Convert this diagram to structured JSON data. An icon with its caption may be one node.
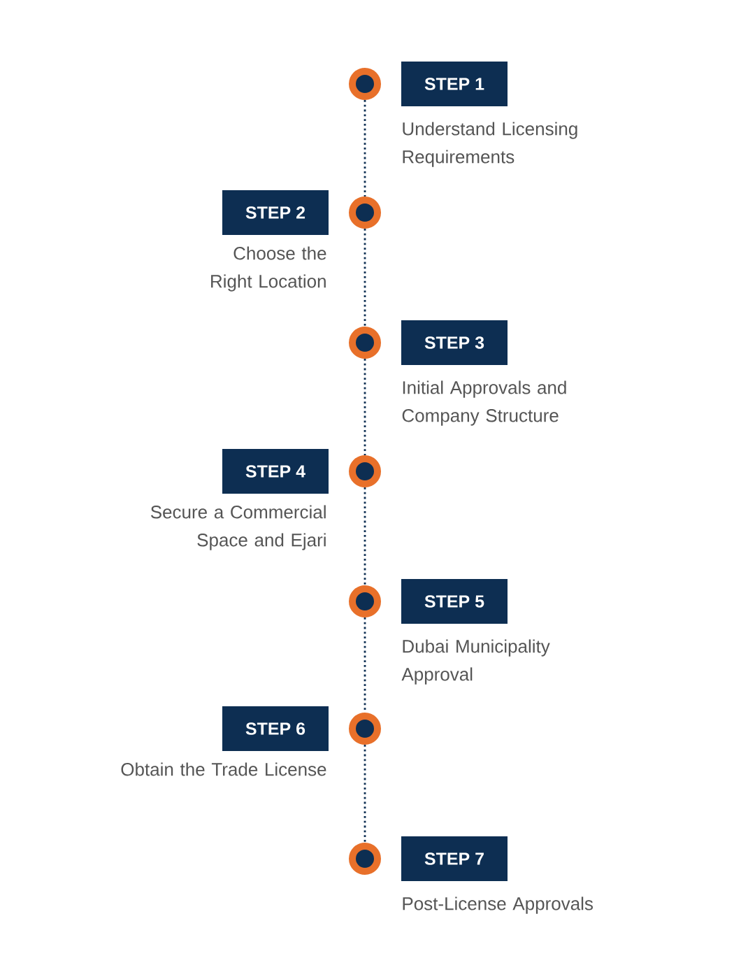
{
  "diagram": {
    "nodes": [
      {
        "text": [],
        "shape": "circle"
      },
      {
        "text": [
          "STEP 1"
        ],
        "beside": [
          "Understand Licensing Requirements"
        ]
      },
      {
        "text": [],
        "shape": "circle"
      },
      {
        "text": [
          "STEP 2"
        ],
        "beside": [
          "Choose the Right Location"
        ]
      },
      {
        "text": [],
        "shape": "circle"
      },
      {
        "text": [
          "STEP 3"
        ],
        "beside": [
          "Initial Approvals and Company Structure"
        ]
      },
      {
        "text": [],
        "shape": "circle"
      },
      {
        "text": [
          "STEP 4"
        ],
        "beside": [
          "Secure a Commercial Space and Ejari"
        ]
      },
      {
        "text": [],
        "shape": "circle"
      },
      {
        "text": [
          "STEP 5"
        ],
        "beside": [
          "Dubai Municipality Approval"
        ]
      },
      {
        "text": [],
        "shape": "circle"
      },
      {
        "text": [
          "STEP 6"
        ],
        "beside": [
          "Obtain the Trade License"
        ]
      },
      {
        "text": [],
        "shape": "circle"
      },
      {
        "text": [
          "STEP 7"
        ],
        "beside": [
          "Post-License Approvals"
        ]
      }
    ],
    "edges": [
      {
        "from": 0,
        "to": 2,
        "arrow": "none"
      },
      {
        "from": 2,
        "to": 4,
        "arrow": "none"
      },
      {
        "from": 4,
        "to": 6,
        "arrow": "none"
      },
      {
        "from": 6,
        "to": 8,
        "arrow": "none"
      },
      {
        "from": 8,
        "to": 10,
        "arrow": "none"
      },
      {
        "from": 10,
        "to": 12,
        "arrow": "none"
      }
    ]
  }
}
